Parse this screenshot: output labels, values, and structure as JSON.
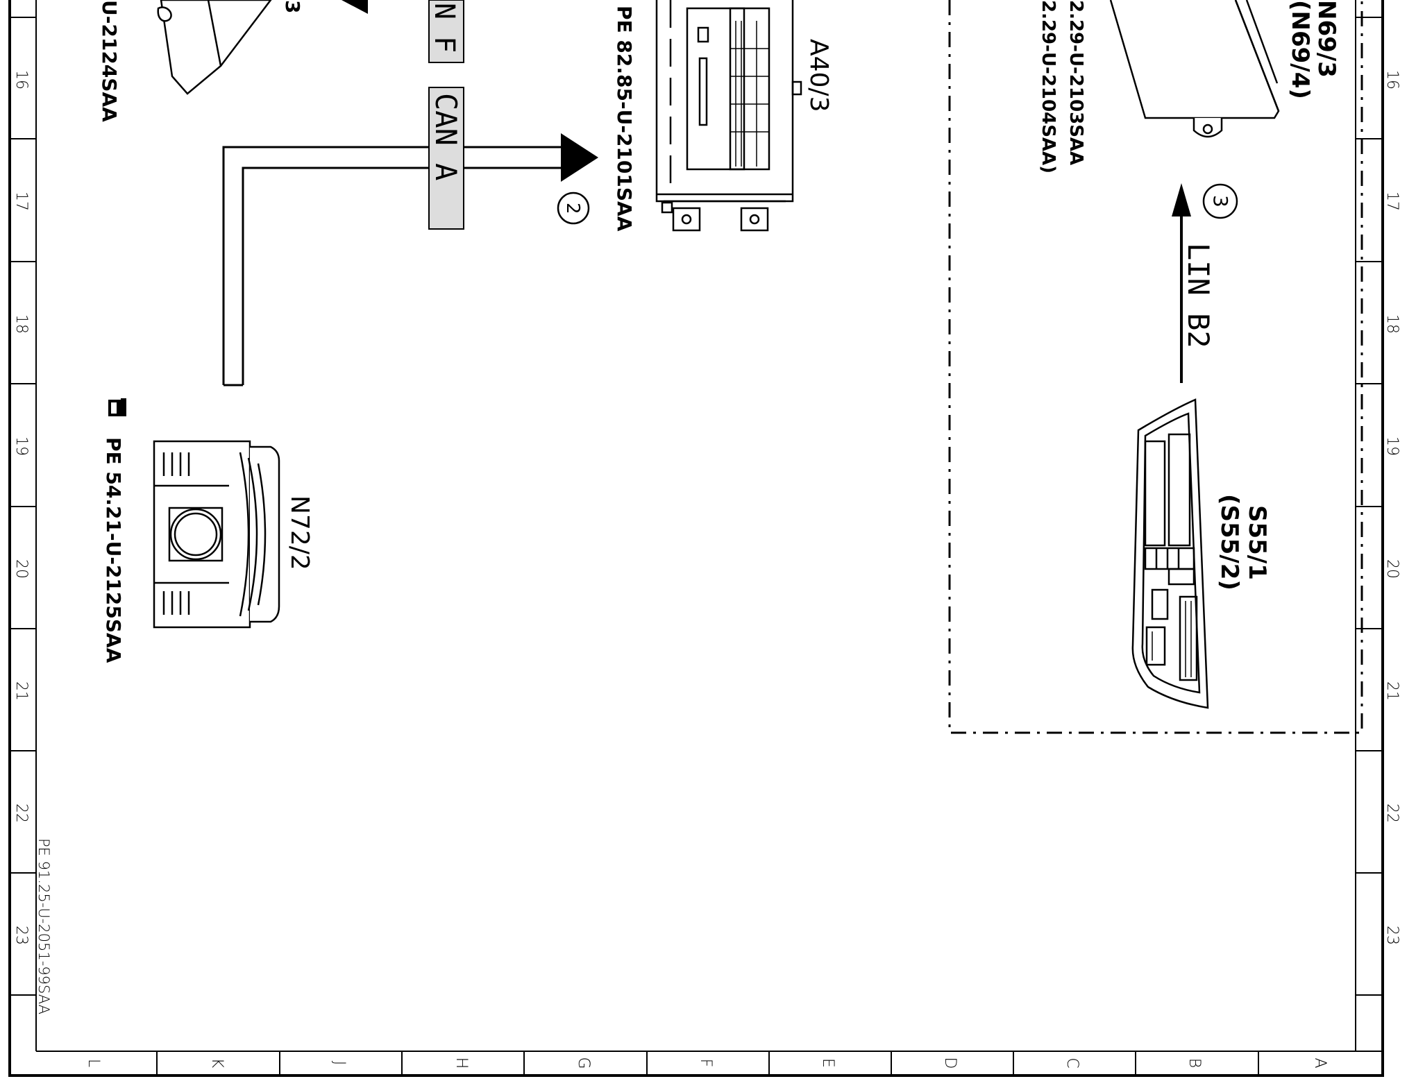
{
  "document_id": "PE 91.25-U-2051-99SAA",
  "row_numbers": [
    "16",
    "17",
    "18",
    "19",
    "20",
    "21",
    "22",
    "23"
  ],
  "column_letters": [
    "L",
    "K",
    "J",
    "H",
    "G",
    "F",
    "E",
    "D",
    "C",
    "B",
    "A"
  ],
  "components": {
    "a40_3": {
      "label": "A40/3",
      "ref": "PE 82.85-U-2101SAA"
    },
    "n72_2": {
      "label": "N72/2",
      "ref": "PE 54.21-U-2125SAA"
    },
    "n69_3": {
      "label": "N69/3",
      "label_alt": "(N69/4)",
      "ref": "2.29-U-2103SAA",
      "ref_alt": "2.29-U-2104SAA)"
    },
    "s55_1": {
      "label": "S55/1",
      "label_alt": "(S55/2)"
    },
    "top_left_part": {
      "ref": "U-2124SAA",
      "label": "3"
    }
  },
  "buses": {
    "can_a": {
      "label": "CAN A",
      "marker": "2"
    },
    "lin_b2": {
      "label": "LIN B2",
      "marker": "3"
    },
    "top_bus": {
      "label": "N F"
    }
  },
  "icons": [
    "pointing-hand-icon"
  ]
}
